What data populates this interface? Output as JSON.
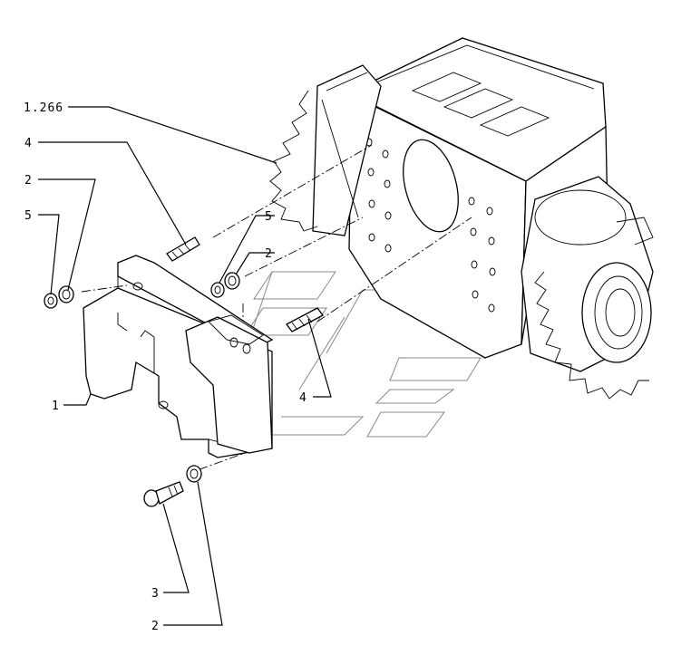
{
  "callouts": [
    {
      "id": "ref-1266",
      "label": "1.266"
    },
    {
      "id": "stud-top",
      "label": "4"
    },
    {
      "id": "washer-left",
      "label": "2"
    },
    {
      "id": "nut-left",
      "label": "5"
    },
    {
      "id": "nut-mid",
      "label": "5"
    },
    {
      "id": "washer-mid",
      "label": "2"
    },
    {
      "id": "stud-lower",
      "label": "4"
    },
    {
      "id": "guard",
      "label": "1"
    },
    {
      "id": "bolt",
      "label": "3"
    },
    {
      "id": "washer-bottom",
      "label": "2"
    }
  ]
}
